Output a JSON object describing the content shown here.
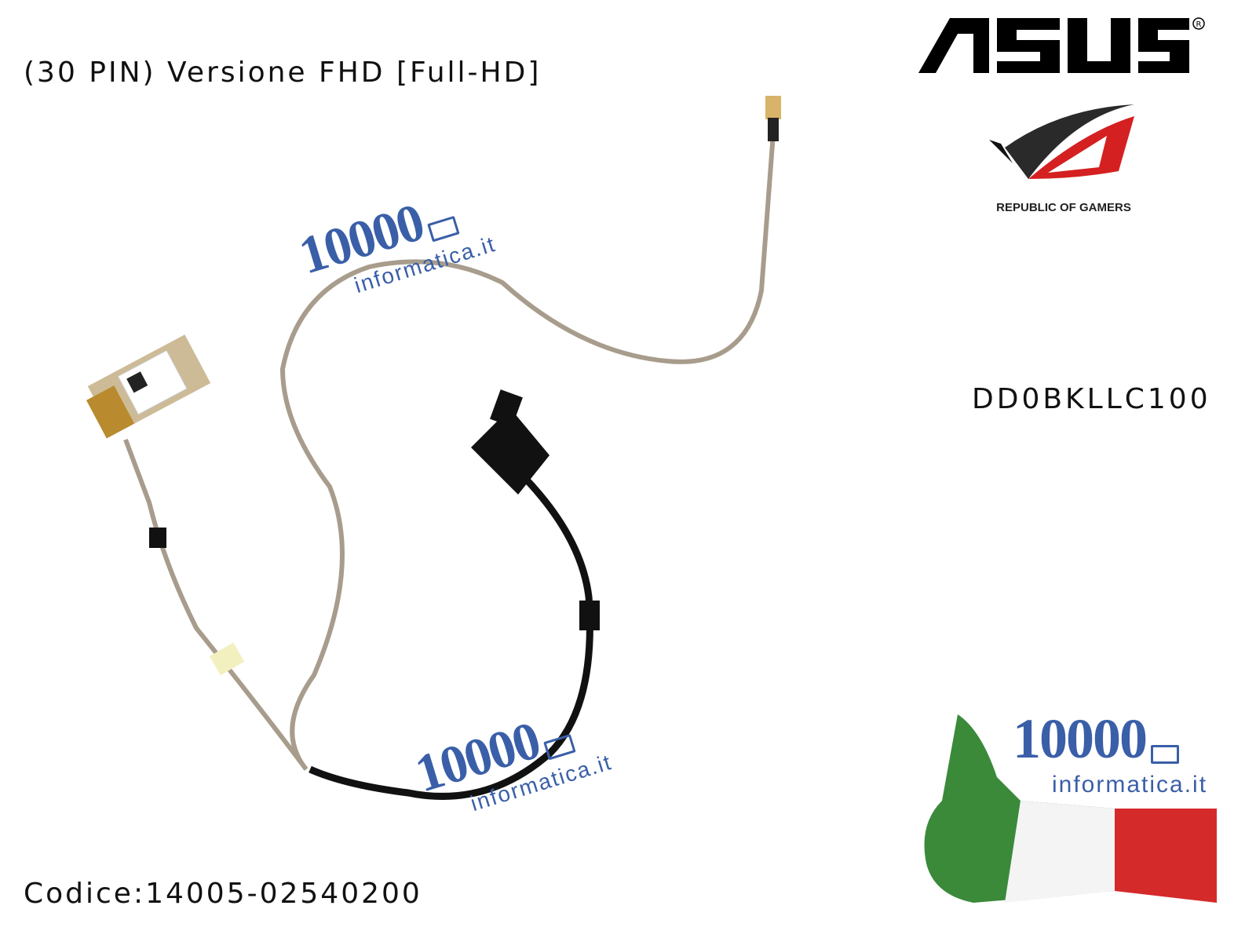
{
  "header": {
    "title": "(30 PIN) Versione FHD [Full-HD]"
  },
  "brand": {
    "logo_text": "ASUS",
    "sub_logo": "REPUBLIC OF GAMERS",
    "registered": "®"
  },
  "product": {
    "part_number": "DD0BKLLC100",
    "code": "Codice:14005-02540200"
  },
  "watermark": {
    "number": "10000",
    "site": "informatica.it"
  },
  "colors": {
    "watermark": "#3a5fa8",
    "rog_red": "#d42020",
    "cable_grey": "#a89c8c",
    "cable_black": "#111111"
  }
}
